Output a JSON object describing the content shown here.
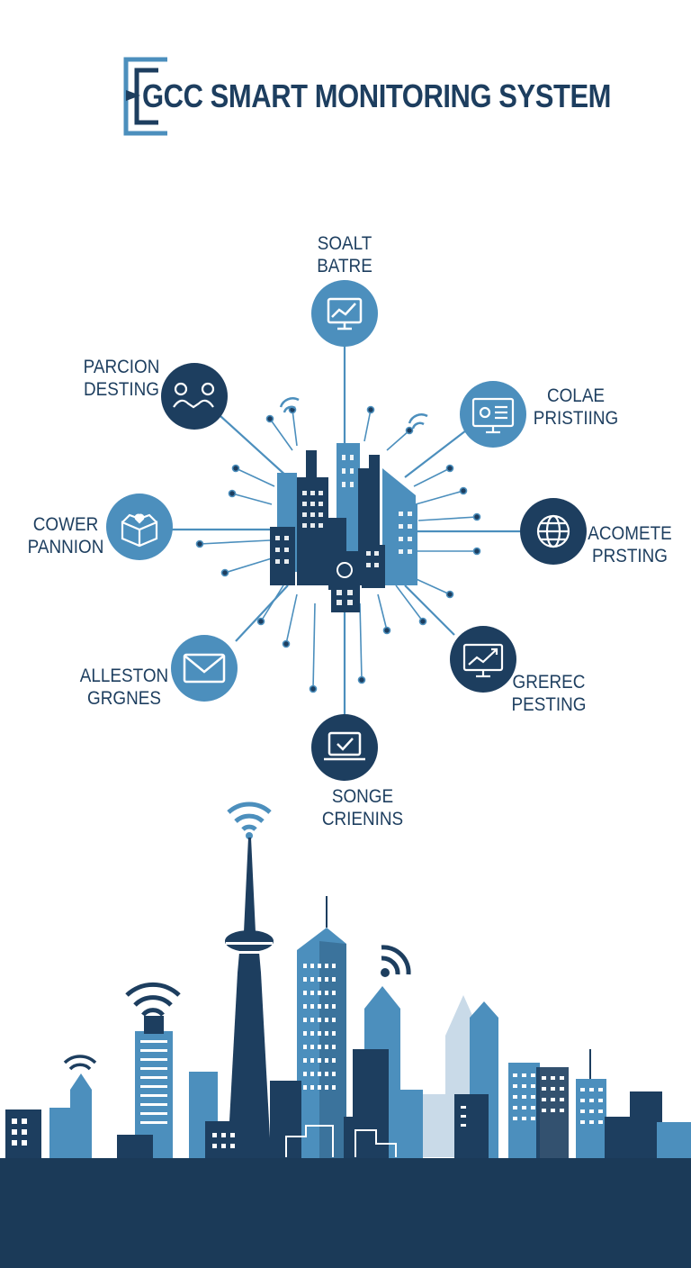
{
  "title": "GCC SMART MONITORING SYSTEM",
  "colors": {
    "navy": "#1d3e5f",
    "blue": "#4c8fbd",
    "light": "#a9c3d8",
    "dark": "#1b3a58"
  },
  "nodes": [
    {
      "id": "top",
      "line1": "SOALT",
      "line2": "BATRE",
      "icon": "monitor-chart-icon",
      "tone": "blue"
    },
    {
      "id": "upper-left",
      "line1": "PARCION",
      "line2": "DESTING",
      "icon": "people-handshake-icon",
      "tone": "navy"
    },
    {
      "id": "upper-right",
      "line1": "COLAE",
      "line2": "PRISTIING",
      "icon": "presentation-screen-icon",
      "tone": "blue"
    },
    {
      "id": "left",
      "line1": "COWER",
      "line2": "PANNION",
      "icon": "open-box-heart-icon",
      "tone": "blue"
    },
    {
      "id": "right",
      "line1": "ACOMETE",
      "line2": "PRSTING",
      "icon": "globe-icon",
      "tone": "navy"
    },
    {
      "id": "lower-left",
      "line1": "ALLESTON",
      "line2": "GRGNES",
      "icon": "envelope-icon",
      "tone": "blue"
    },
    {
      "id": "lower-right",
      "line1": "GRERЕC",
      "line2": "PESTING",
      "icon": "trend-chart-icon",
      "tone": "navy"
    },
    {
      "id": "bottom",
      "line1": "SONGE",
      "line2": "CRIENINS",
      "icon": "laptop-check-icon",
      "tone": "navy"
    }
  ]
}
